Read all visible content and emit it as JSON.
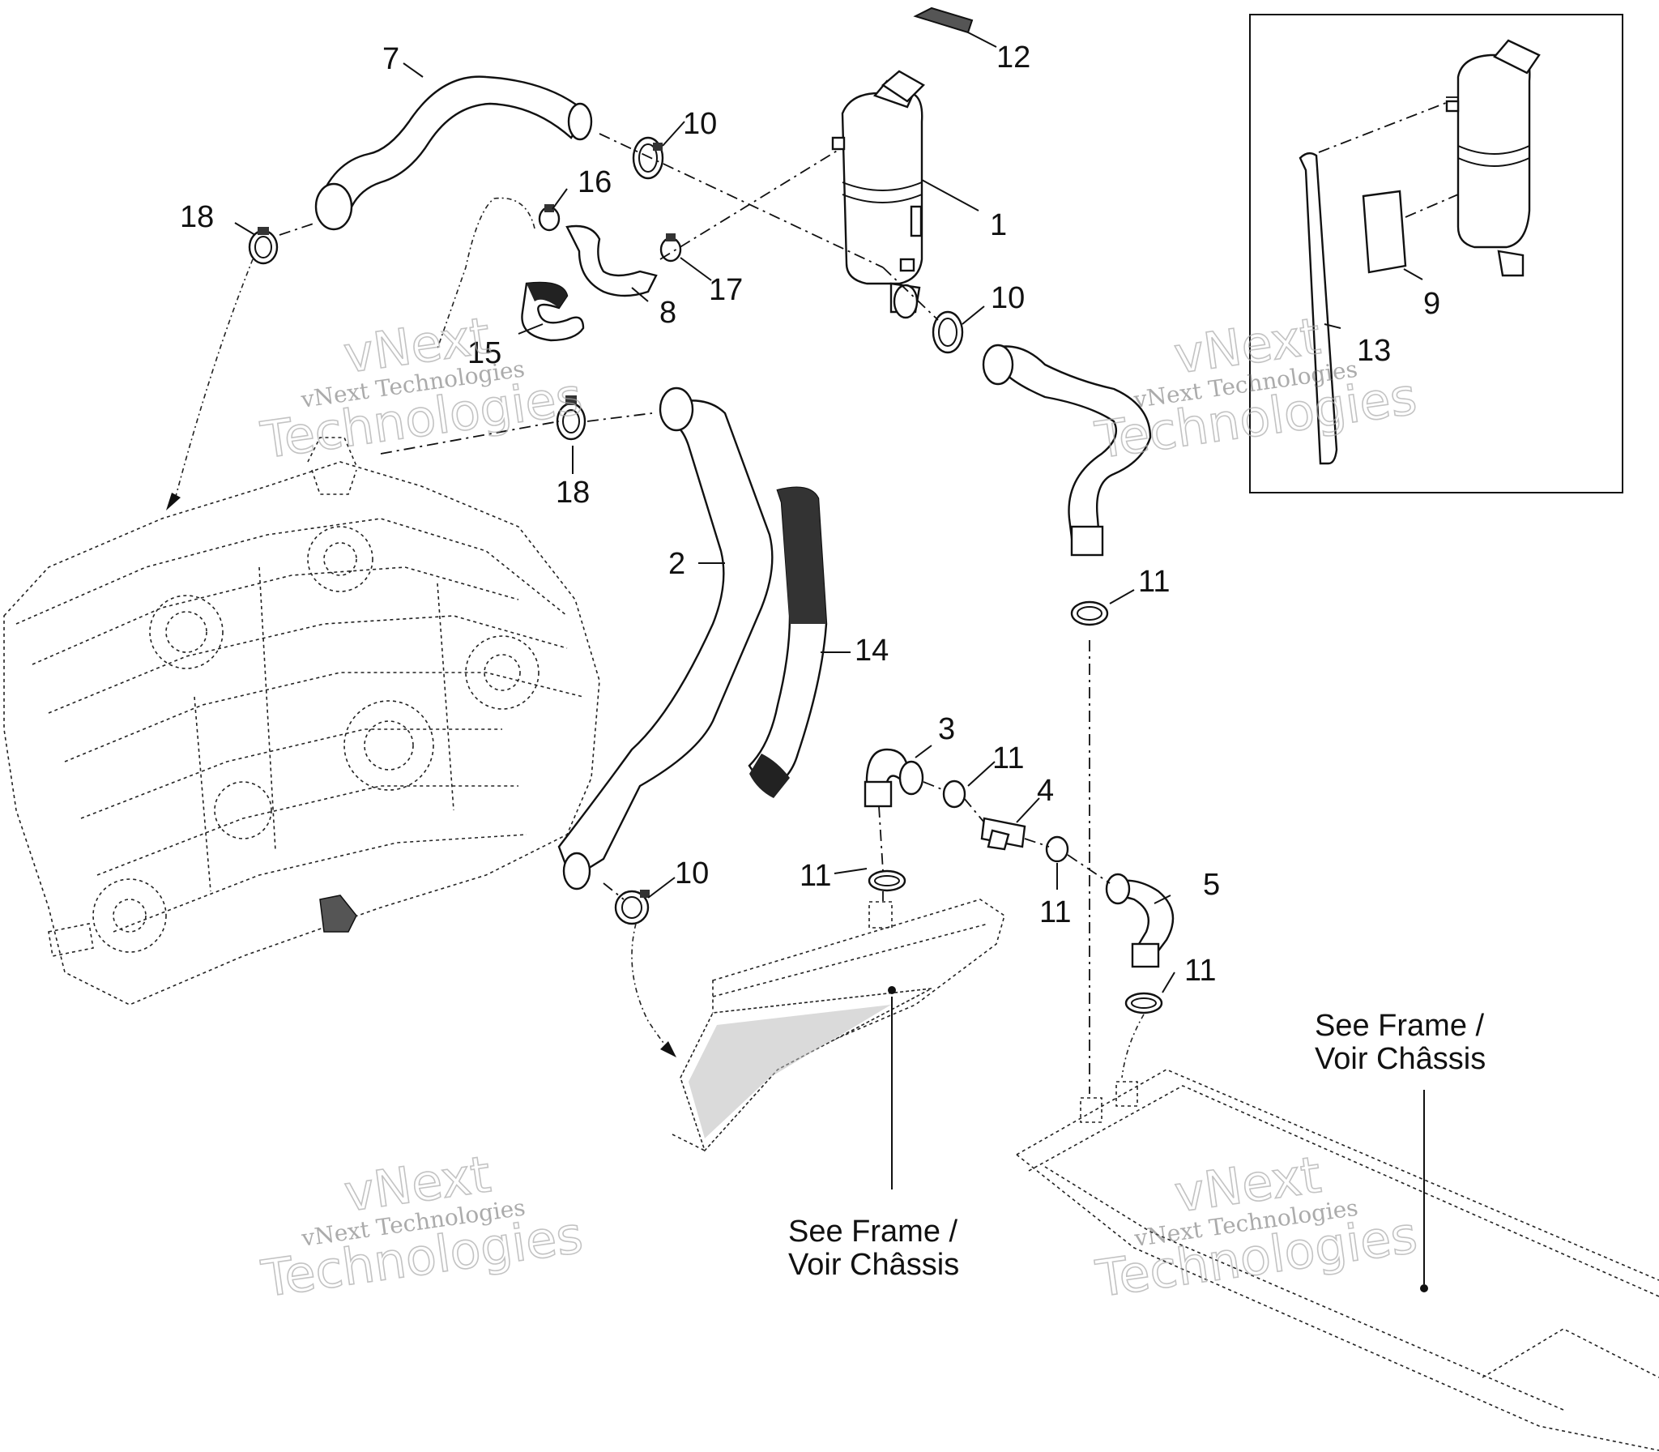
{
  "callouts": [
    {
      "id": "c1",
      "text": "1"
    },
    {
      "id": "c2",
      "text": "2"
    },
    {
      "id": "c3",
      "text": "3"
    },
    {
      "id": "c4",
      "text": "4"
    },
    {
      "id": "c5",
      "text": "5"
    },
    {
      "id": "c7",
      "text": "7"
    },
    {
      "id": "c8",
      "text": "8"
    },
    {
      "id": "c9",
      "text": "9"
    },
    {
      "id": "c10a",
      "text": "10"
    },
    {
      "id": "c10b",
      "text": "10"
    },
    {
      "id": "c10c",
      "text": "10"
    },
    {
      "id": "c11a",
      "text": "11"
    },
    {
      "id": "c11b",
      "text": "11"
    },
    {
      "id": "c11c",
      "text": "11"
    },
    {
      "id": "c11d",
      "text": "11"
    },
    {
      "id": "c11e",
      "text": "11"
    },
    {
      "id": "c12",
      "text": "12"
    },
    {
      "id": "c13",
      "text": "13"
    },
    {
      "id": "c14",
      "text": "14"
    },
    {
      "id": "c15",
      "text": "15"
    },
    {
      "id": "c16",
      "text": "16"
    },
    {
      "id": "c17",
      "text": "17"
    },
    {
      "id": "c18a",
      "text": "18"
    },
    {
      "id": "c18b",
      "text": "18"
    }
  ],
  "notes": {
    "frame_center": {
      "line1": "See Frame /",
      "line2": "Voir Châssis"
    },
    "frame_right": {
      "line1": "See Frame /",
      "line2": "Voir Châssis"
    }
  },
  "watermark": {
    "small": "vNext Technologies",
    "big1": "vNext",
    "big2": "Technologies"
  }
}
